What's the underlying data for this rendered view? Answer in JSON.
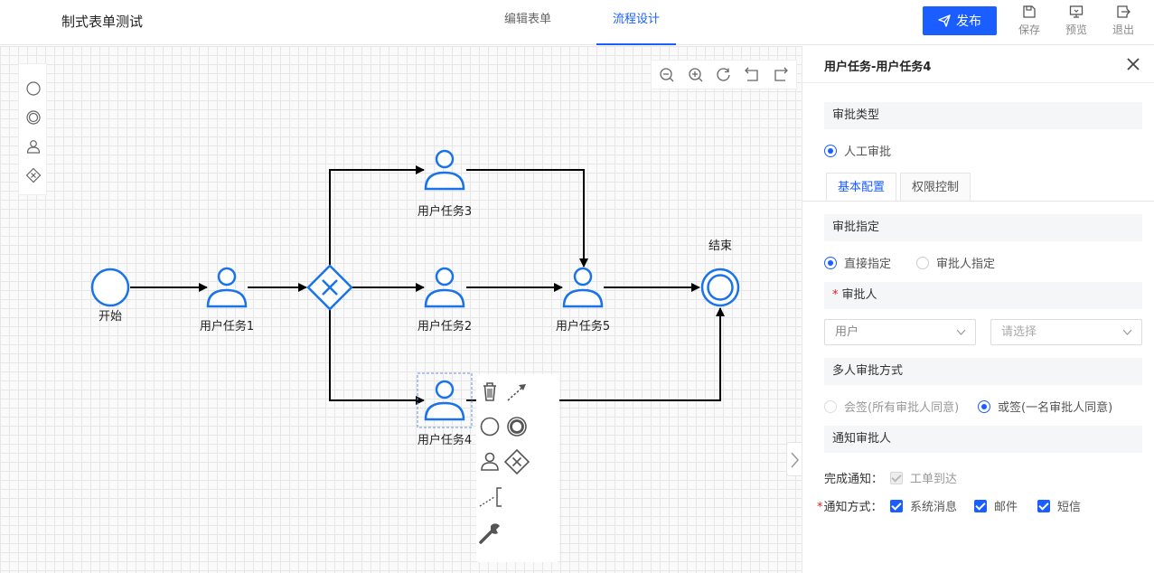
{
  "header": {
    "title": "制式表单测试",
    "tabs": [
      {
        "label": "编辑表单",
        "active": false
      },
      {
        "label": "流程设计",
        "active": true
      }
    ],
    "publish_label": "发布",
    "actions": [
      {
        "label": "保存",
        "icon": "save-icon"
      },
      {
        "label": "预览",
        "icon": "preview-icon"
      },
      {
        "label": "退出",
        "icon": "exit-icon"
      }
    ]
  },
  "palette": [
    "start-event-icon",
    "end-event-icon",
    "user-task-icon",
    "gateway-icon"
  ],
  "zoom_toolbar": [
    "zoom-out-icon",
    "zoom-in-icon",
    "reset-icon",
    "undo-icon",
    "redo-icon"
  ],
  "diagram": {
    "start_label": "开始",
    "end_label": "结束",
    "task1": "用户任务1",
    "task2": "用户任务2",
    "task3": "用户任务3",
    "task4": "用户任务4",
    "task5": "用户任务5"
  },
  "context_pad": [
    "delete-icon",
    "connect-arrow-icon",
    "start-event-icon",
    "end-event-icon",
    "user-task-icon",
    "gateway-icon",
    "annotation-icon",
    "wrench-icon"
  ],
  "panel": {
    "title": "用户任务-用户任务4",
    "approval_type_title": "审批类型",
    "approval_type_option": "人工审批",
    "tabs": [
      {
        "label": "基本配置",
        "active": true
      },
      {
        "label": "权限控制",
        "active": false
      }
    ],
    "assign_title": "审批指定",
    "assign_options": [
      {
        "label": "直接指定",
        "selected": true
      },
      {
        "label": "审批人指定",
        "selected": false
      }
    ],
    "approver_title": "审批人",
    "approver_required_mark": "*",
    "approver_type_value": "用户",
    "approver_placeholder": "请选择",
    "multi_title": "多人审批方式",
    "multi_options": [
      {
        "label": "会签(所有审批人同意)",
        "selected": false
      },
      {
        "label": "或签(一名审批人同意)",
        "selected": true
      }
    ],
    "notify_title": "通知审批人",
    "complete_notify_label": "完成通知：",
    "complete_notify_option": "工单到达",
    "notify_method_label": "通知方式：",
    "notify_required_mark": "*",
    "notify_methods": [
      "系统消息",
      "邮件",
      "短信"
    ]
  },
  "colors": {
    "accent": "#1a5eff",
    "bpmn": "#1a73e8"
  }
}
